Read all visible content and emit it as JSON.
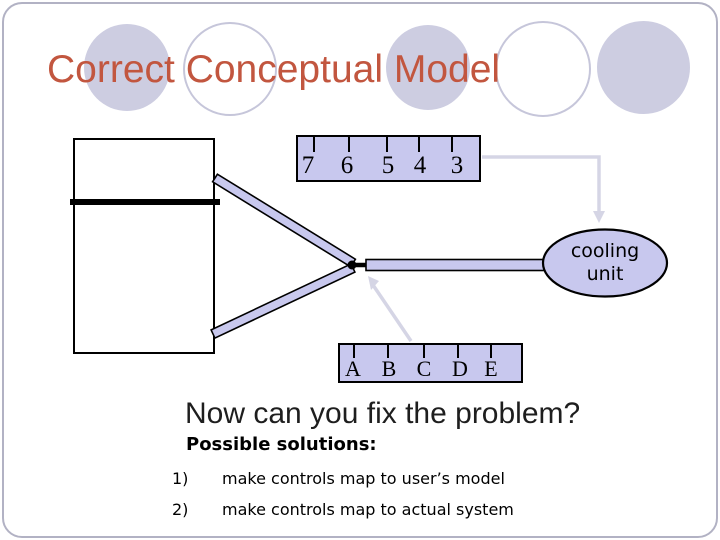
{
  "slide": {
    "title": "Correct Conceptual Model",
    "question": "Now can you fix the problem?",
    "solutions_heading": "Possible solutions:",
    "solutions": [
      {
        "num": "1)",
        "text": "make controls map to user’s model"
      },
      {
        "num": "2)",
        "text": "make controls map to actual system"
      }
    ]
  },
  "diagram": {
    "temp_panel_labels": [
      "7",
      "6",
      "5",
      "4",
      "3"
    ],
    "letter_panel_labels": [
      "A",
      "B",
      "C",
      "D",
      "E"
    ],
    "cooling_unit_label": [
      "cooling",
      "unit"
    ]
  },
  "colors": {
    "title_text": "#c2563f",
    "panel_fill": "#c8c8ee",
    "circle_fill": "#cdcde1",
    "circle_outline": "#c6c6da",
    "connector_arrow": "#d5d5e5",
    "body_text": "#1e1e1e",
    "outline": "#000000"
  }
}
